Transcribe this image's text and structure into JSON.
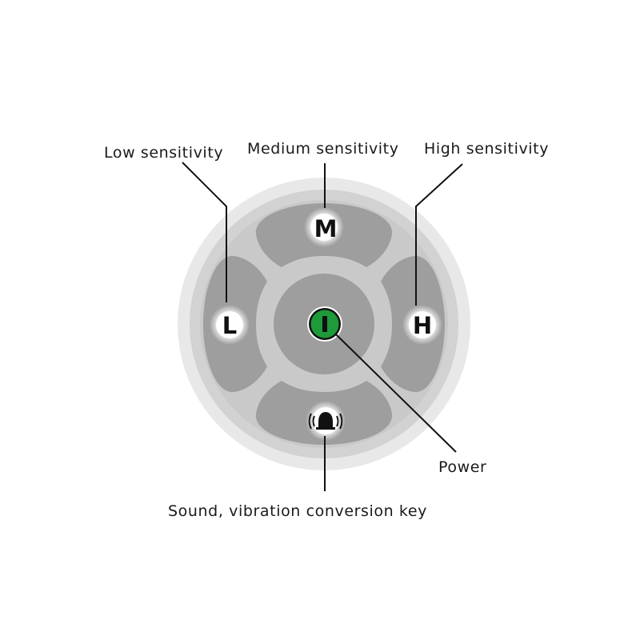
{
  "labels": {
    "low": "Low sensitivity",
    "medium": "Medium sensitivity",
    "high": "High sensitivity",
    "power": "Power",
    "sound": "Sound, vibration conversion key"
  },
  "keys": {
    "medium": "M",
    "low": "L",
    "high": "H",
    "power": "I"
  },
  "icons": {
    "sound_key": "bell-alarm-icon",
    "power_key": "power-icon"
  },
  "colors": {
    "outer_ring": "#e6e6e6",
    "face": "#cfcfcf",
    "face_inner": "#c7c7c7",
    "pad": "#9d9d9d",
    "power_green": "#1f9a3a",
    "line": "#111111"
  }
}
